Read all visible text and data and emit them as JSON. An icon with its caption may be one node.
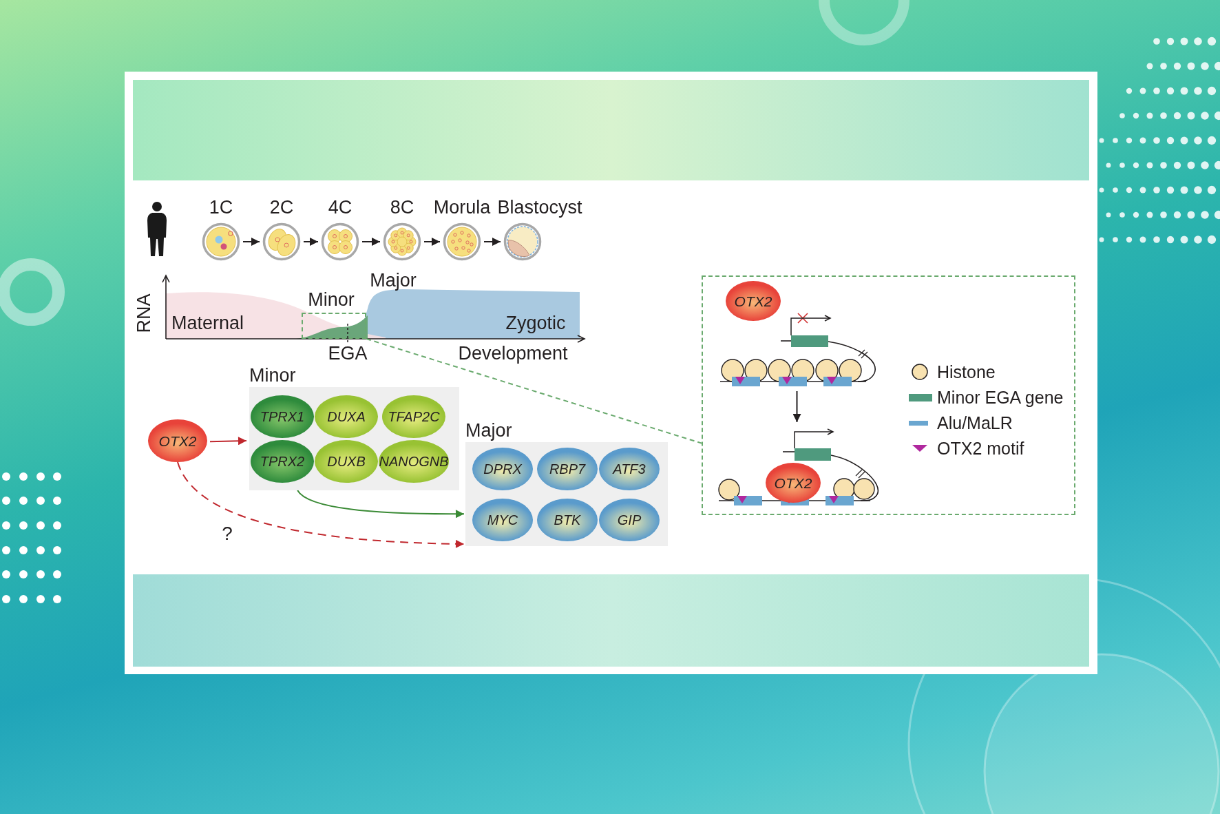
{
  "diagram": {
    "nodes": [
      {
        "text": [
          "1C"
        ]
      },
      {
        "text": [
          "2C"
        ]
      },
      {
        "text": [
          "4C"
        ]
      },
      {
        "text": [
          "8C"
        ]
      },
      {
        "text": [
          "Morula"
        ]
      },
      {
        "text": [
          "Blastocyst"
        ]
      },
      {
        "text": [],
        "shape": "box"
      },
      {
        "text": [
          "OTX2"
        ]
      },
      {
        "text": [
          "Minor"
        ]
      },
      {
        "text": [
          "TPRX1"
        ],
        "in": 8
      },
      {
        "text": [
          "DUXA"
        ],
        "in": 8
      },
      {
        "text": [
          "TFAP2C"
        ],
        "in": 8
      },
      {
        "text": [
          "TPRX2"
        ],
        "in": 8
      },
      {
        "text": [
          "DUXB"
        ],
        "in": 8
      },
      {
        "text": [
          "NANOGNB"
        ],
        "in": 8
      },
      {
        "text": [
          "Major"
        ]
      },
      {
        "text": [
          "DPRX"
        ],
        "in": 15
      },
      {
        "text": [
          "RBP7"
        ],
        "in": 15
      },
      {
        "text": [
          "ATF3"
        ],
        "in": 15
      },
      {
        "text": [
          "MYC"
        ],
        "in": 15
      },
      {
        "text": [
          "BTK"
        ],
        "in": 15
      },
      {
        "text": [
          "GIP"
        ],
        "in": 15
      },
      {
        "text": [],
        "shape": "box"
      },
      {
        "text": [
          "OTX2"
        ],
        "in": 22
      },
      {
        "text": [],
        "shape": "picture",
        "in": 22
      },
      {
        "text": [],
        "shape": "picture",
        "in": 22
      },
      {
        "text": [
          "OTX2"
        ],
        "in": 25
      }
    ],
    "edges": [
      {
        "from": 0,
        "to": 1,
        "arrow": "to"
      },
      {
        "from": 1,
        "to": 2,
        "arrow": "to"
      },
      {
        "from": 2,
        "to": 3,
        "arrow": "to"
      },
      {
        "from": 3,
        "to": 4,
        "arrow": "to"
      },
      {
        "from": 4,
        "to": 5,
        "arrow": "to"
      },
      {
        "from": 7,
        "to": 8,
        "arrow": "to",
        "color": "#c0272d"
      },
      {
        "from": 8,
        "to": 15,
        "arrow": "to",
        "color": "#3a8a35"
      },
      {
        "from": 7,
        "to": 15,
        "arrow": "to",
        "label": "?",
        "style": "dashed",
        "color": "#c0272d"
      },
      {
        "from": 6,
        "to": 22,
        "arrow": "none",
        "style": "dashed",
        "color": "#6aaa6e"
      },
      {
        "from": 24,
        "to": 25,
        "arrow": "to"
      }
    ],
    "labels": [
      "RNA",
      "Maternal",
      "Minor",
      "Major",
      "Zygotic",
      "EGA",
      "Development"
    ],
    "legend": [
      {
        "text": "Histone"
      },
      {
        "text": "Minor EGA gene",
        "color": "#4f9a7e"
      },
      {
        "text": "Alu/MaLR",
        "color": "#6aa6d0"
      },
      {
        "text": "OTX2 motif"
      }
    ]
  }
}
